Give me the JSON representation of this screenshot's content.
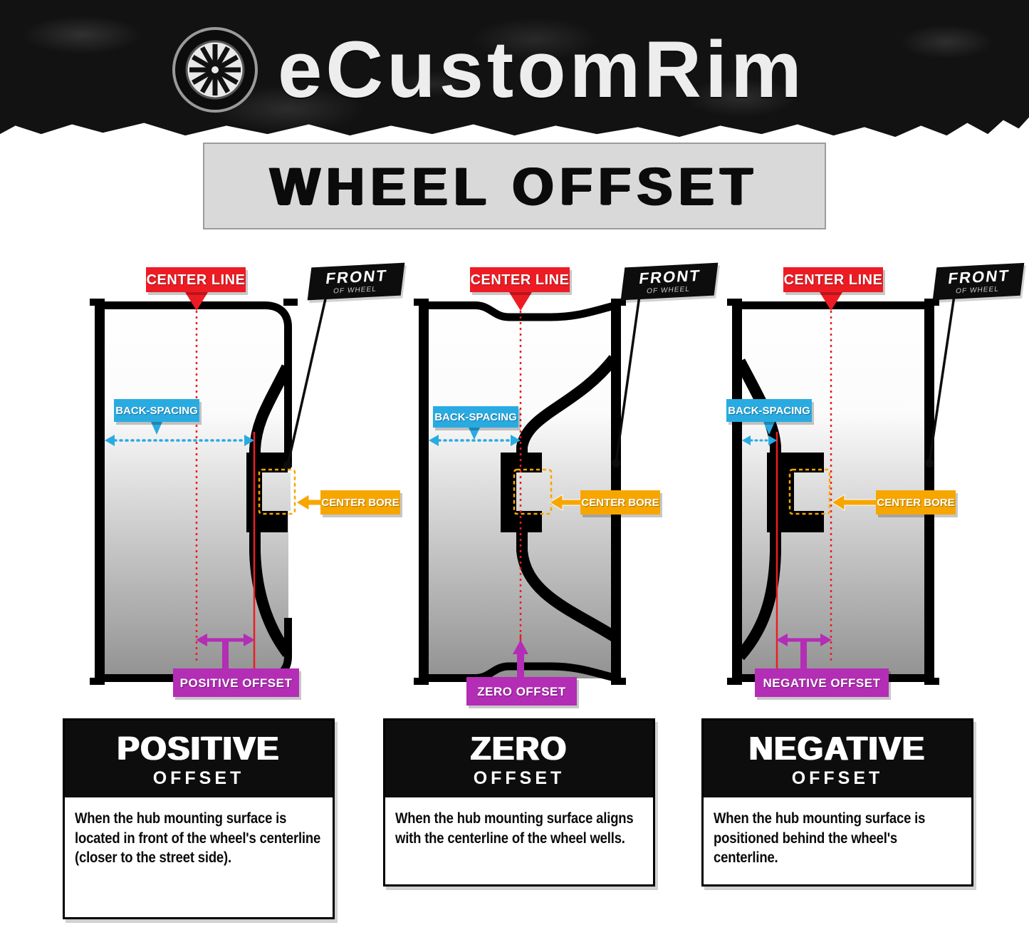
{
  "header": {
    "brand": "eCustomRim"
  },
  "title_banner": {
    "title": "WHEEL OFFSET"
  },
  "diagrams": [
    {
      "name": "positive",
      "center_line": "CENTER LINE",
      "front": "FRONT",
      "front_sub": "OF WHEEL",
      "back_spacing": "BACK-SPACING",
      "center_bore": "CENTER BORE",
      "offset": "POSITIVE OFFSET"
    },
    {
      "name": "zero",
      "center_line": "CENTER LINE",
      "front": "FRONT",
      "front_sub": "OF WHEEL",
      "back_spacing": "BACK-SPACING",
      "center_bore": "CENTER BORE",
      "offset": "ZERO OFFSET"
    },
    {
      "name": "negative",
      "center_line": "CENTER LINE",
      "front": "FRONT",
      "front_sub": "OF WHEEL",
      "back_spacing": "BACK-SPACING",
      "center_bore": "CENTER BORE",
      "offset": "NEGATIVE OFFSET"
    }
  ],
  "cards": [
    {
      "title": "POSITIVE",
      "subtitle": "OFFSET",
      "description": "When the hub mounting surface is located in front of the wheel's centerline (closer to the street side)."
    },
    {
      "title": "ZERO",
      "subtitle": "OFFSET",
      "description": "When the hub mounting surface aligns with the centerline of the wheel wells."
    },
    {
      "title": "NEGATIVE",
      "subtitle": "OFFSET",
      "description": "When the hub mounting surface is positioned behind the wheel's centerline."
    }
  ],
  "colors": {
    "center_line_red": "#ed1c24",
    "back_spacing_cyan": "#29abe2",
    "center_bore_yellow": "#f7a600",
    "offset_magenta": "#b32db5",
    "banner_black": "#121212",
    "panel_gray": "#d9d9d9"
  }
}
